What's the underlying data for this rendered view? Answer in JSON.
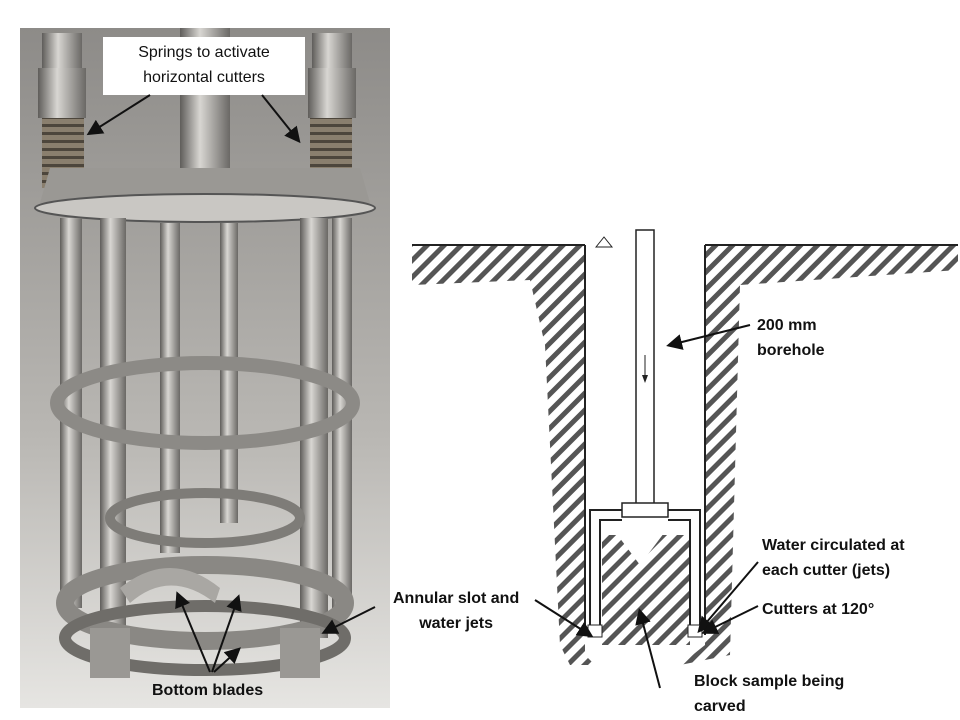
{
  "photo_labels": {
    "springs_line1": "Springs to activate",
    "springs_line2": "horizontal cutters",
    "bottom_blades": "Bottom blades"
  },
  "diagram_labels": {
    "borehole_line1": "200 mm",
    "borehole_line2": "borehole",
    "water_line1": "Water circulated at",
    "water_line2": "each cutter (jets)",
    "cutters": "Cutters at 120°",
    "annular_line1": "Annular slot and",
    "annular_line2": "water jets",
    "block_line1": "Block sample being",
    "block_line2": "carved"
  }
}
